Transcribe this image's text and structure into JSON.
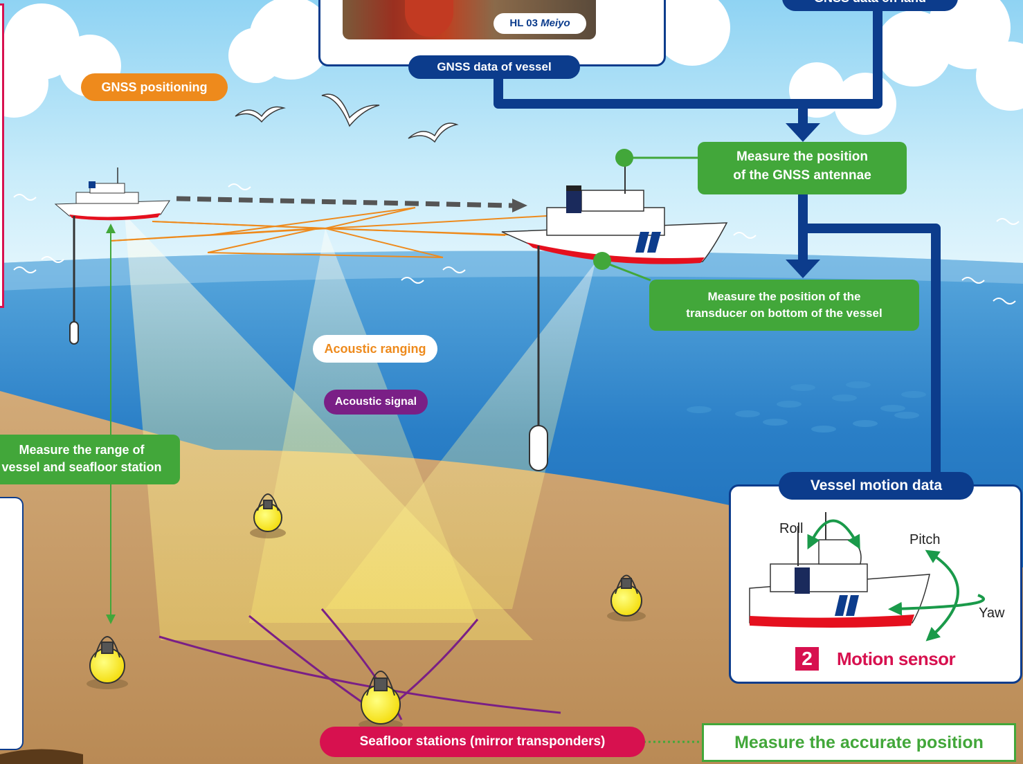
{
  "labels": {
    "gnss_positioning": "GNSS positioning",
    "gnss_data_on_land": "GNSS data on land",
    "vessel_photo_caption_code": "HL 03",
    "vessel_photo_caption_name": "Meiyo",
    "gnss_data_of_vessel": "GNSS data of vessel",
    "measure_gnss_antennae_line1": "Measure the position",
    "measure_gnss_antennae_line2": "of the GNSS antennae",
    "measure_transducer_line1": "Measure the position of the",
    "measure_transducer_line2": "transducer on bottom of the vessel",
    "acoustic_ranging": "Acoustic ranging",
    "acoustic_signal": "Acoustic signal",
    "measure_range_line1": "Measure the range of",
    "measure_range_line2": "vessel and seafloor station",
    "vessel_motion_data": "Vessel motion data",
    "roll": "Roll",
    "pitch": "Pitch",
    "yaw": "Yaw",
    "motion_sensor_number": "2",
    "motion_sensor": "Motion sensor",
    "seafloor_stations": "Seafloor stations (mirror transponders)",
    "measure_accurate_position": "Measure the accurate position"
  },
  "colors": {
    "navy": "#0c3c8c",
    "green": "#42a73a",
    "orange": "#ee8a1c",
    "purple": "#7a1f86",
    "crimson": "#d7114f",
    "ship_red": "#e5101e",
    "seafloor": "#c49a66",
    "buoy_yellow": "#ffee00"
  }
}
